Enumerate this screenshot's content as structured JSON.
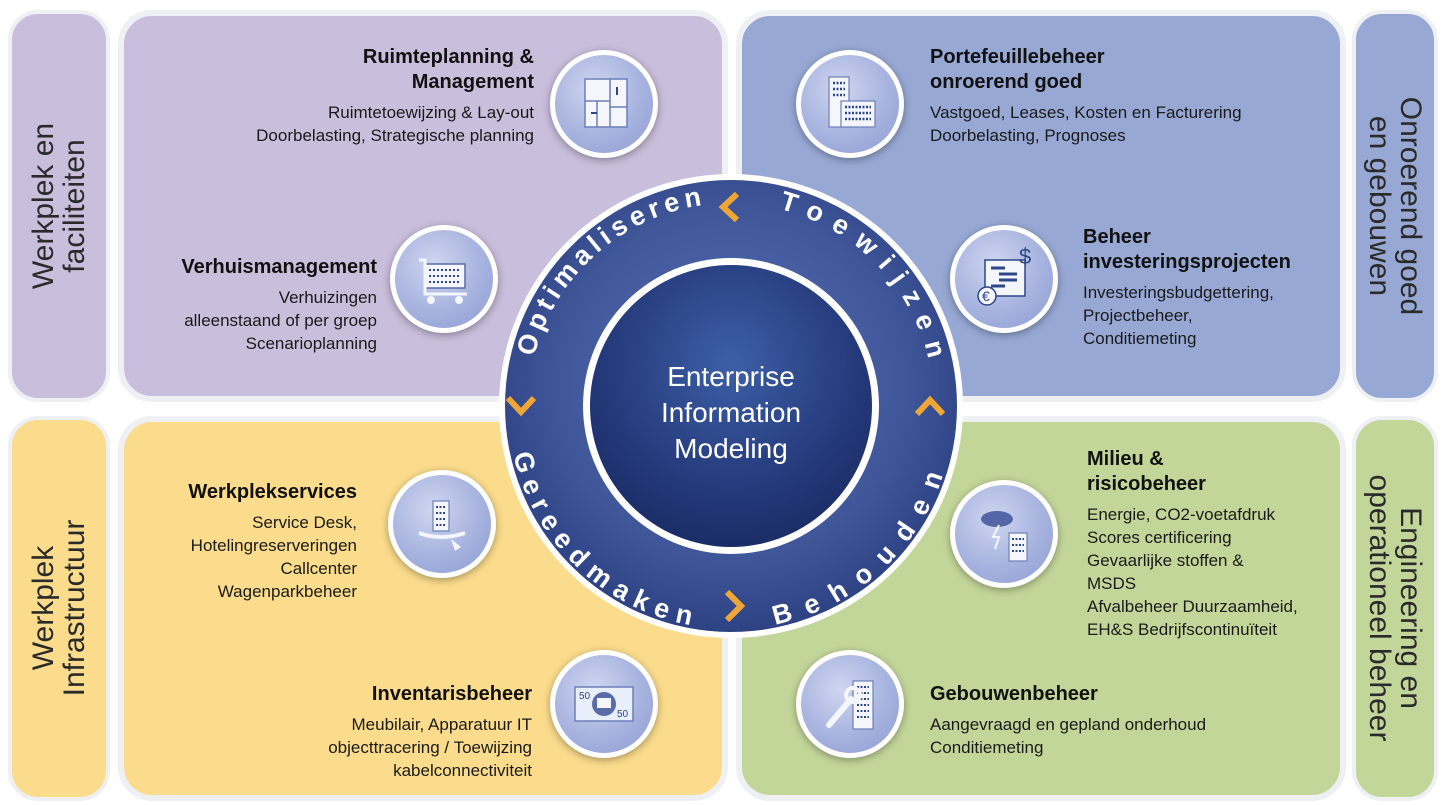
{
  "side_labels": {
    "top_left": [
      "Werkplek en",
      "faciliteiten"
    ],
    "bottom_left": [
      "Werkplek",
      "Infrastructuur"
    ],
    "top_right": [
      "Onroerend goed",
      "en gebouwen"
    ],
    "bottom_right": [
      "Engineering en",
      "operationeel beheer"
    ]
  },
  "modules": {
    "ruimteplanning": {
      "title": [
        "Ruimteplanning &",
        "Management"
      ],
      "lines": [
        "Ruimtetoewijzing & Lay-out",
        "Doorbelasting, Strategische planning"
      ]
    },
    "verhuis": {
      "title": [
        "Verhuismanagement"
      ],
      "lines": [
        "Verhuizingen",
        "alleenstaand of per groep",
        "Scenarioplanning"
      ]
    },
    "portefeuille": {
      "title": [
        "Portefeuillebeheer",
        "onroerend goed"
      ],
      "lines": [
        "Vastgoed, Leases, Kosten en Facturering",
        "Doorbelasting, Prognoses"
      ]
    },
    "investering": {
      "title": [
        "Beheer",
        "investeringsprojecten"
      ],
      "lines": [
        "Investeringsbudgettering,",
        "Projectbeheer,",
        "Conditiemeting"
      ]
    },
    "werkplekservices": {
      "title": [
        "Werkplekservices"
      ],
      "lines": [
        "Service Desk,",
        "Hotelingreserveringen",
        "Callcenter",
        "Wagenparkbeheer"
      ]
    },
    "inventaris": {
      "title": [
        "Inventarisbeheer"
      ],
      "lines": [
        "Meubilair, Apparatuur IT",
        "objecttracering / Toewijzing",
        "kabelconnectiviteit"
      ]
    },
    "milieu": {
      "title": [
        "Milieu &",
        "risicobeheer"
      ],
      "lines": [
        "Energie, CO2-voetafdruk",
        "Scores certificering",
        "Gevaarlijke stoffen &",
        "MSDS",
        "Afvalbeheer Duurzaamheid,",
        "EH&S Bedrijfscontinuïteit"
      ]
    },
    "gebouwen": {
      "title": [
        "Gebouwenbeheer"
      ],
      "lines": [
        "Aangevraagd en gepland onderhoud",
        "Conditiemeting"
      ]
    }
  },
  "center": {
    "lines": [
      "Enterprise",
      "Information",
      "Modeling"
    ]
  },
  "ring_words": {
    "optimaliseren": "Optimaliseren",
    "toewijzen": "Toewijzen",
    "behouden": "Behouden",
    "gereedmaken": "Gereedmaken"
  },
  "icon_names": [
    "floorplan-icon",
    "cart-icon",
    "buildings-icon",
    "budget-icon",
    "service-tray-icon",
    "cloud-storm-icon",
    "banknote-icon",
    "wrench-building-icon"
  ],
  "colors": {
    "purple": "#c9bedb",
    "blue": "#97a8d4",
    "yellow": "#fbdc8c",
    "green": "#c3d69a",
    "ring": "#3b5294",
    "center": "#2c4688",
    "chevron": "#f0a634"
  }
}
